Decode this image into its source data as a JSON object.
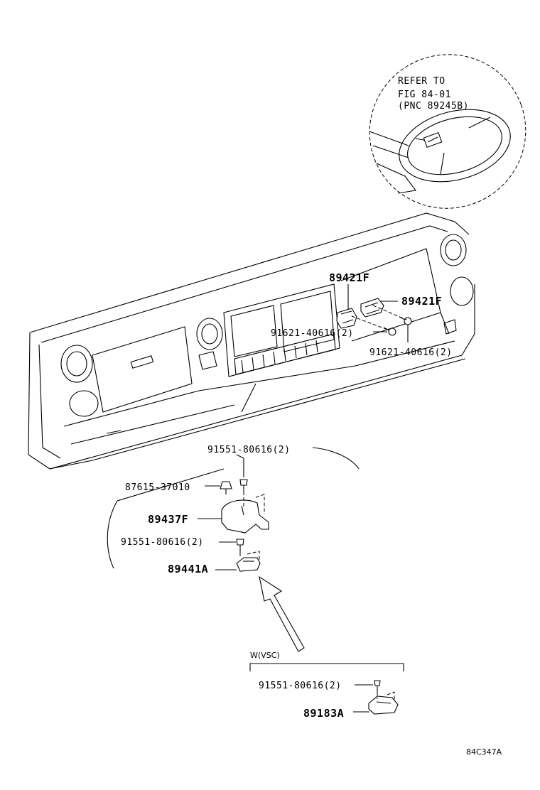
{
  "refer_note": {
    "line1": "REFER TO",
    "line2": "FIG 84-01",
    "line3": "(PNC 89245B)"
  },
  "labels": {
    "sensor_upper": "89421F",
    "sensor_right": "89421F",
    "bolt_center": "91621-40616(2)",
    "bolt_right": "91621-40616(2)",
    "screw_top": "91551-80616(2)",
    "clip": "87615-37010",
    "cover": "89437F",
    "screw_mid": "91551-80616(2)",
    "sensor_lower": "89441A",
    "vsc_header": "W(VSC)",
    "vsc_screw": "91551-80616(2)",
    "vsc_sensor": "89183A"
  },
  "figure_code": "84C347A"
}
